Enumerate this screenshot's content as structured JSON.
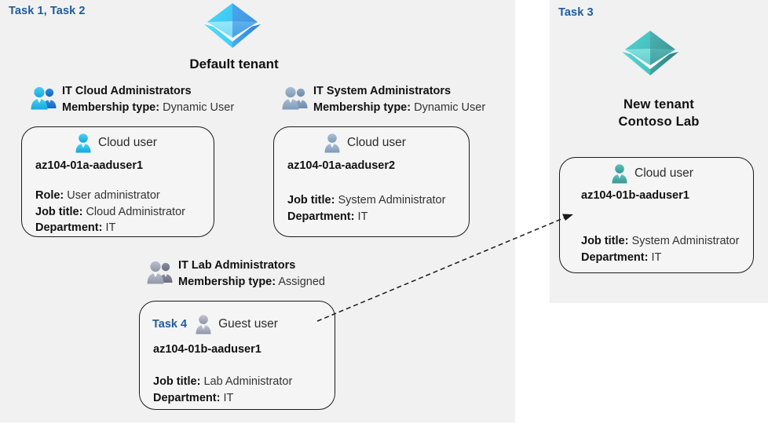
{
  "panels": {
    "left": {
      "task_label": "Task 1, Task 2"
    },
    "right": {
      "task_label": "Task 3"
    }
  },
  "tenants": [
    {
      "id": "default-tenant",
      "icon": "azure-ad-tenant-icon",
      "title": "Default tenant",
      "color": "#32b5f0"
    },
    {
      "id": "new-tenant",
      "icon": "azure-ad-tenant-icon",
      "title_line1": "New  tenant",
      "title_line2": "Contoso Lab",
      "color": "#3fb0ae"
    }
  ],
  "groups": [
    {
      "id": "it-cloud-administrators",
      "icon": "group-users-icon",
      "name": "IT Cloud Administrators",
      "membership_label": "Membership type:",
      "membership_value": "Dynamic User",
      "icon_tone": "blue"
    },
    {
      "id": "it-system-administrators",
      "icon": "group-users-icon",
      "name": "IT System Administrators",
      "membership_label": "Membership type:",
      "membership_value": "Dynamic User",
      "icon_tone": "steel"
    },
    {
      "id": "it-lab-administrators",
      "icon": "group-users-icon",
      "name": "IT Lab Administrators",
      "membership_label": "Membership type:",
      "membership_value": "Assigned",
      "icon_tone": "gray"
    }
  ],
  "cards": [
    {
      "id": "card-aaduser1-cloud",
      "head_task": "",
      "head_icon": "cloud-user-icon",
      "head_label": "Cloud user",
      "upn": "az104-01a-aaduser1",
      "props": [
        {
          "label": "Role:",
          "value": "User administrator"
        },
        {
          "label": "Job title:",
          "value": "Cloud Administrator"
        },
        {
          "label": "Department:",
          "value": "IT"
        }
      ]
    },
    {
      "id": "card-aaduser2-cloud",
      "head_task": "",
      "head_icon": "cloud-user-icon",
      "head_label": "Cloud user",
      "upn": "az104-01a-aaduser2",
      "props": [
        {
          "label": "Job title:",
          "value": "System Administrator"
        },
        {
          "label": "Department:",
          "value": "IT"
        }
      ]
    },
    {
      "id": "card-aaduser1-guest",
      "head_task": "Task 4",
      "head_icon": "guest-user-icon",
      "head_label": "Guest user",
      "upn": "az104-01b-aaduser1",
      "props": [
        {
          "label": "Job title:",
          "value": "Lab Administrator"
        },
        {
          "label": "Department:",
          "value": "IT"
        }
      ]
    },
    {
      "id": "card-aaduser1-newtenant",
      "head_task": "",
      "head_icon": "cloud-user-icon",
      "head_label": "Cloud user",
      "upn": "az104-01b-aaduser1",
      "props": [
        {
          "label": "Job title:",
          "value": "System Administrator"
        },
        {
          "label": "Department:",
          "value": "IT"
        }
      ]
    }
  ],
  "connector": {
    "id": "guest-to-new-tenant-arrow",
    "style": "dashed",
    "color": "#1a1a1a"
  },
  "colors": {
    "panel_bg": "#f1f1f1",
    "page_bg": "#ffffff",
    "card_bg": "#f5f5f5",
    "card_border": "#1a1a1a",
    "task_accent": "#1f5c99",
    "text_primary": "#111111",
    "text_secondary": "#333333"
  }
}
